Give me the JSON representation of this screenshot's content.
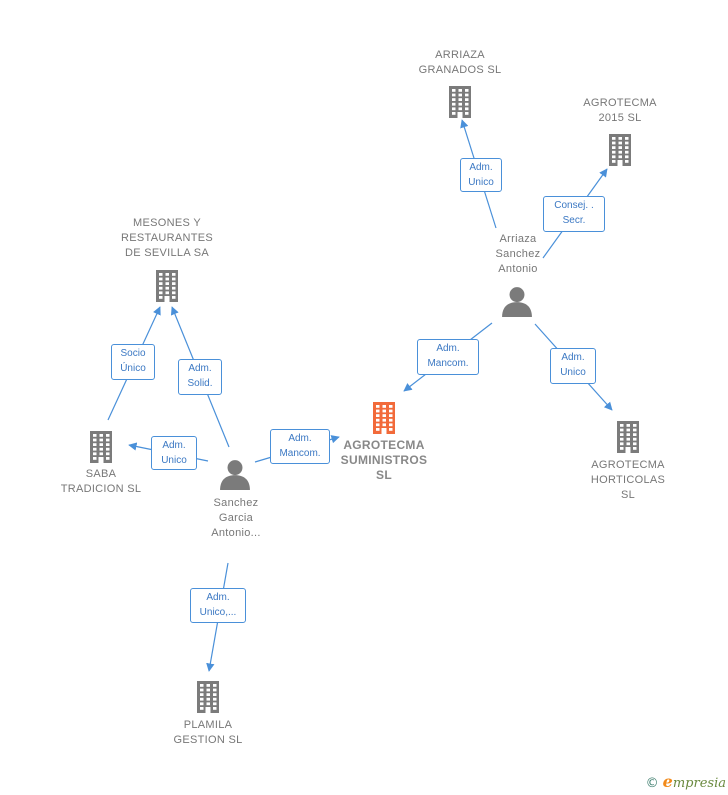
{
  "colors": {
    "line": "#4a90d9",
    "company": "#7b7b7b",
    "focus_company": "#f26a3a",
    "person": "#7b7b7b"
  },
  "nodes": [
    {
      "id": "agrotecma-suministros",
      "type": "company-focus",
      "icon": "building-icon",
      "label": [
        "AGROTECMA",
        "SUMINISTROS",
        "SL"
      ]
    },
    {
      "id": "arriaza-granados",
      "type": "company",
      "icon": "building-icon",
      "label": [
        "ARRIAZA",
        "GRANADOS  SL"
      ]
    },
    {
      "id": "agrotecma-2015",
      "type": "company",
      "icon": "building-icon",
      "label": [
        "AGROTECMA",
        "2015  SL"
      ]
    },
    {
      "id": "arriaza-sanchez",
      "type": "person",
      "icon": "person-icon",
      "label": [
        "Arriaza",
        "Sanchez",
        "Antonio"
      ]
    },
    {
      "id": "agrotecma-horticolas",
      "type": "company",
      "icon": "building-icon",
      "label": [
        "AGROTECMA",
        "HORTICOLAS",
        "SL"
      ]
    },
    {
      "id": "mesones",
      "type": "company",
      "icon": "building-icon",
      "label": [
        "MESONES Y",
        "RESTAURANTES",
        "DE SEVILLA SA"
      ]
    },
    {
      "id": "saba-tradicion",
      "type": "company",
      "icon": "building-icon",
      "label": [
        "SABA",
        "TRADICION  SL"
      ]
    },
    {
      "id": "sanchez-garcia",
      "type": "person",
      "icon": "person-icon",
      "label": [
        "Sanchez",
        "Garcia",
        "Antonio..."
      ]
    },
    {
      "id": "plamila-gestion",
      "type": "company",
      "icon": "building-icon",
      "label": [
        "PLAMILA",
        "GESTION SL"
      ]
    }
  ],
  "edges": [
    {
      "id": "e1",
      "from": "arriaza-sanchez",
      "to": "arriaza-granados",
      "label": [
        "Adm.",
        "Unico"
      ]
    },
    {
      "id": "e2",
      "from": "arriaza-sanchez",
      "to": "agrotecma-2015",
      "label": [
        "Consej. .",
        "Secr."
      ]
    },
    {
      "id": "e3",
      "from": "arriaza-sanchez",
      "to": "agrotecma-suministros",
      "label": [
        "Adm.",
        "Mancom."
      ]
    },
    {
      "id": "e4",
      "from": "arriaza-sanchez",
      "to": "agrotecma-horticolas",
      "label": [
        "Adm.",
        "Unico"
      ]
    },
    {
      "id": "e5",
      "from": "sanchez-garcia",
      "to": "agrotecma-suministros",
      "label": [
        "Adm.",
        "Mancom."
      ]
    },
    {
      "id": "e6",
      "from": "sanchez-garcia",
      "to": "mesones",
      "label": [
        "Adm.",
        "Solid."
      ]
    },
    {
      "id": "e7",
      "from": "saba-tradicion",
      "to": "mesones",
      "label": [
        "Socio",
        "Único"
      ]
    },
    {
      "id": "e8",
      "from": "sanchez-garcia",
      "to": "saba-tradicion",
      "label": [
        "Adm.",
        "Unico"
      ]
    },
    {
      "id": "e9",
      "from": "sanchez-garcia",
      "to": "plamila-gestion",
      "label": [
        "Adm.",
        "Unico,..."
      ]
    }
  ],
  "brand": {
    "copyright": "©",
    "initial": "e",
    "rest": "mpresia"
  }
}
